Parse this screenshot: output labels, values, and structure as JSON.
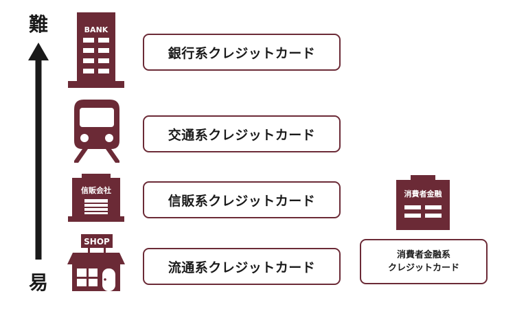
{
  "scale": {
    "hard": "難",
    "easy": "易"
  },
  "icons": {
    "bank_sign": "BANK",
    "shinpan_sign": "信販会社",
    "shop_sign": "SHOP",
    "consumer_sign": "消費者金融"
  },
  "cards": {
    "bank": "銀行系クレジットカード",
    "train": "交通系クレジットカード",
    "shinpan": "信販系クレジットカード",
    "retail": "流通系クレジットカード",
    "consumer_line1": "消費者金融系",
    "consumer_line2": "クレジットカード"
  },
  "colors": {
    "brand": "#6b2a36",
    "arrow": "#1a1a1a",
    "background": "#ffffff"
  }
}
